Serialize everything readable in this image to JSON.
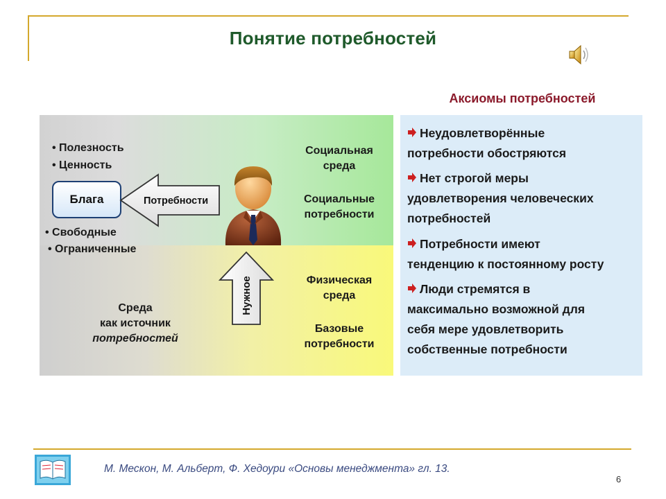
{
  "title": "Понятие потребностей",
  "icons": {
    "speaker": "speaker-icon",
    "book": "book-icon",
    "person": "businessman-icon"
  },
  "colors": {
    "title": "#1f5a2b",
    "axioms_title": "#8b1a2b",
    "rule": "#d4a82c",
    "citation": "#3a4a80"
  },
  "left": {
    "bullets_top": [
      "• Полезность",
      "• Ценность"
    ],
    "blaga": "Блага",
    "arrow_label": "Потребности",
    "bullets_bottom": [
      "• Свободные",
      "• Ограниченные"
    ],
    "up_arrow_label": "Нужное",
    "source": {
      "line1": "Среда",
      "line2": "как источник",
      "line3": "потребностей"
    },
    "right_labels": {
      "social_env": [
        "Социальная",
        "среда"
      ],
      "social_needs": [
        "Социальные",
        "потребности"
      ],
      "physical_env": [
        "Физическая",
        "среда"
      ],
      "basic_needs": [
        "Базовые",
        "потребности"
      ]
    }
  },
  "axioms": {
    "title": "Аксиомы потребностей",
    "items": [
      [
        "Неудовлетворённые",
        "потребности обостряются"
      ],
      [
        "Нет строгой меры",
        "удовлетворения человеческих",
        "потребностей"
      ],
      [
        "Потребности имеют",
        "тенденцию к постоянному росту"
      ],
      [
        "Люди стремятся в",
        "максимально возможной для",
        "себя мере удовлетворить",
        "собственные потребности"
      ]
    ]
  },
  "footer": {
    "citation": "М. Мескон, М. Альберт, Ф. Хедоури «Основы менеджмента» гл. 13.",
    "page": "6"
  }
}
